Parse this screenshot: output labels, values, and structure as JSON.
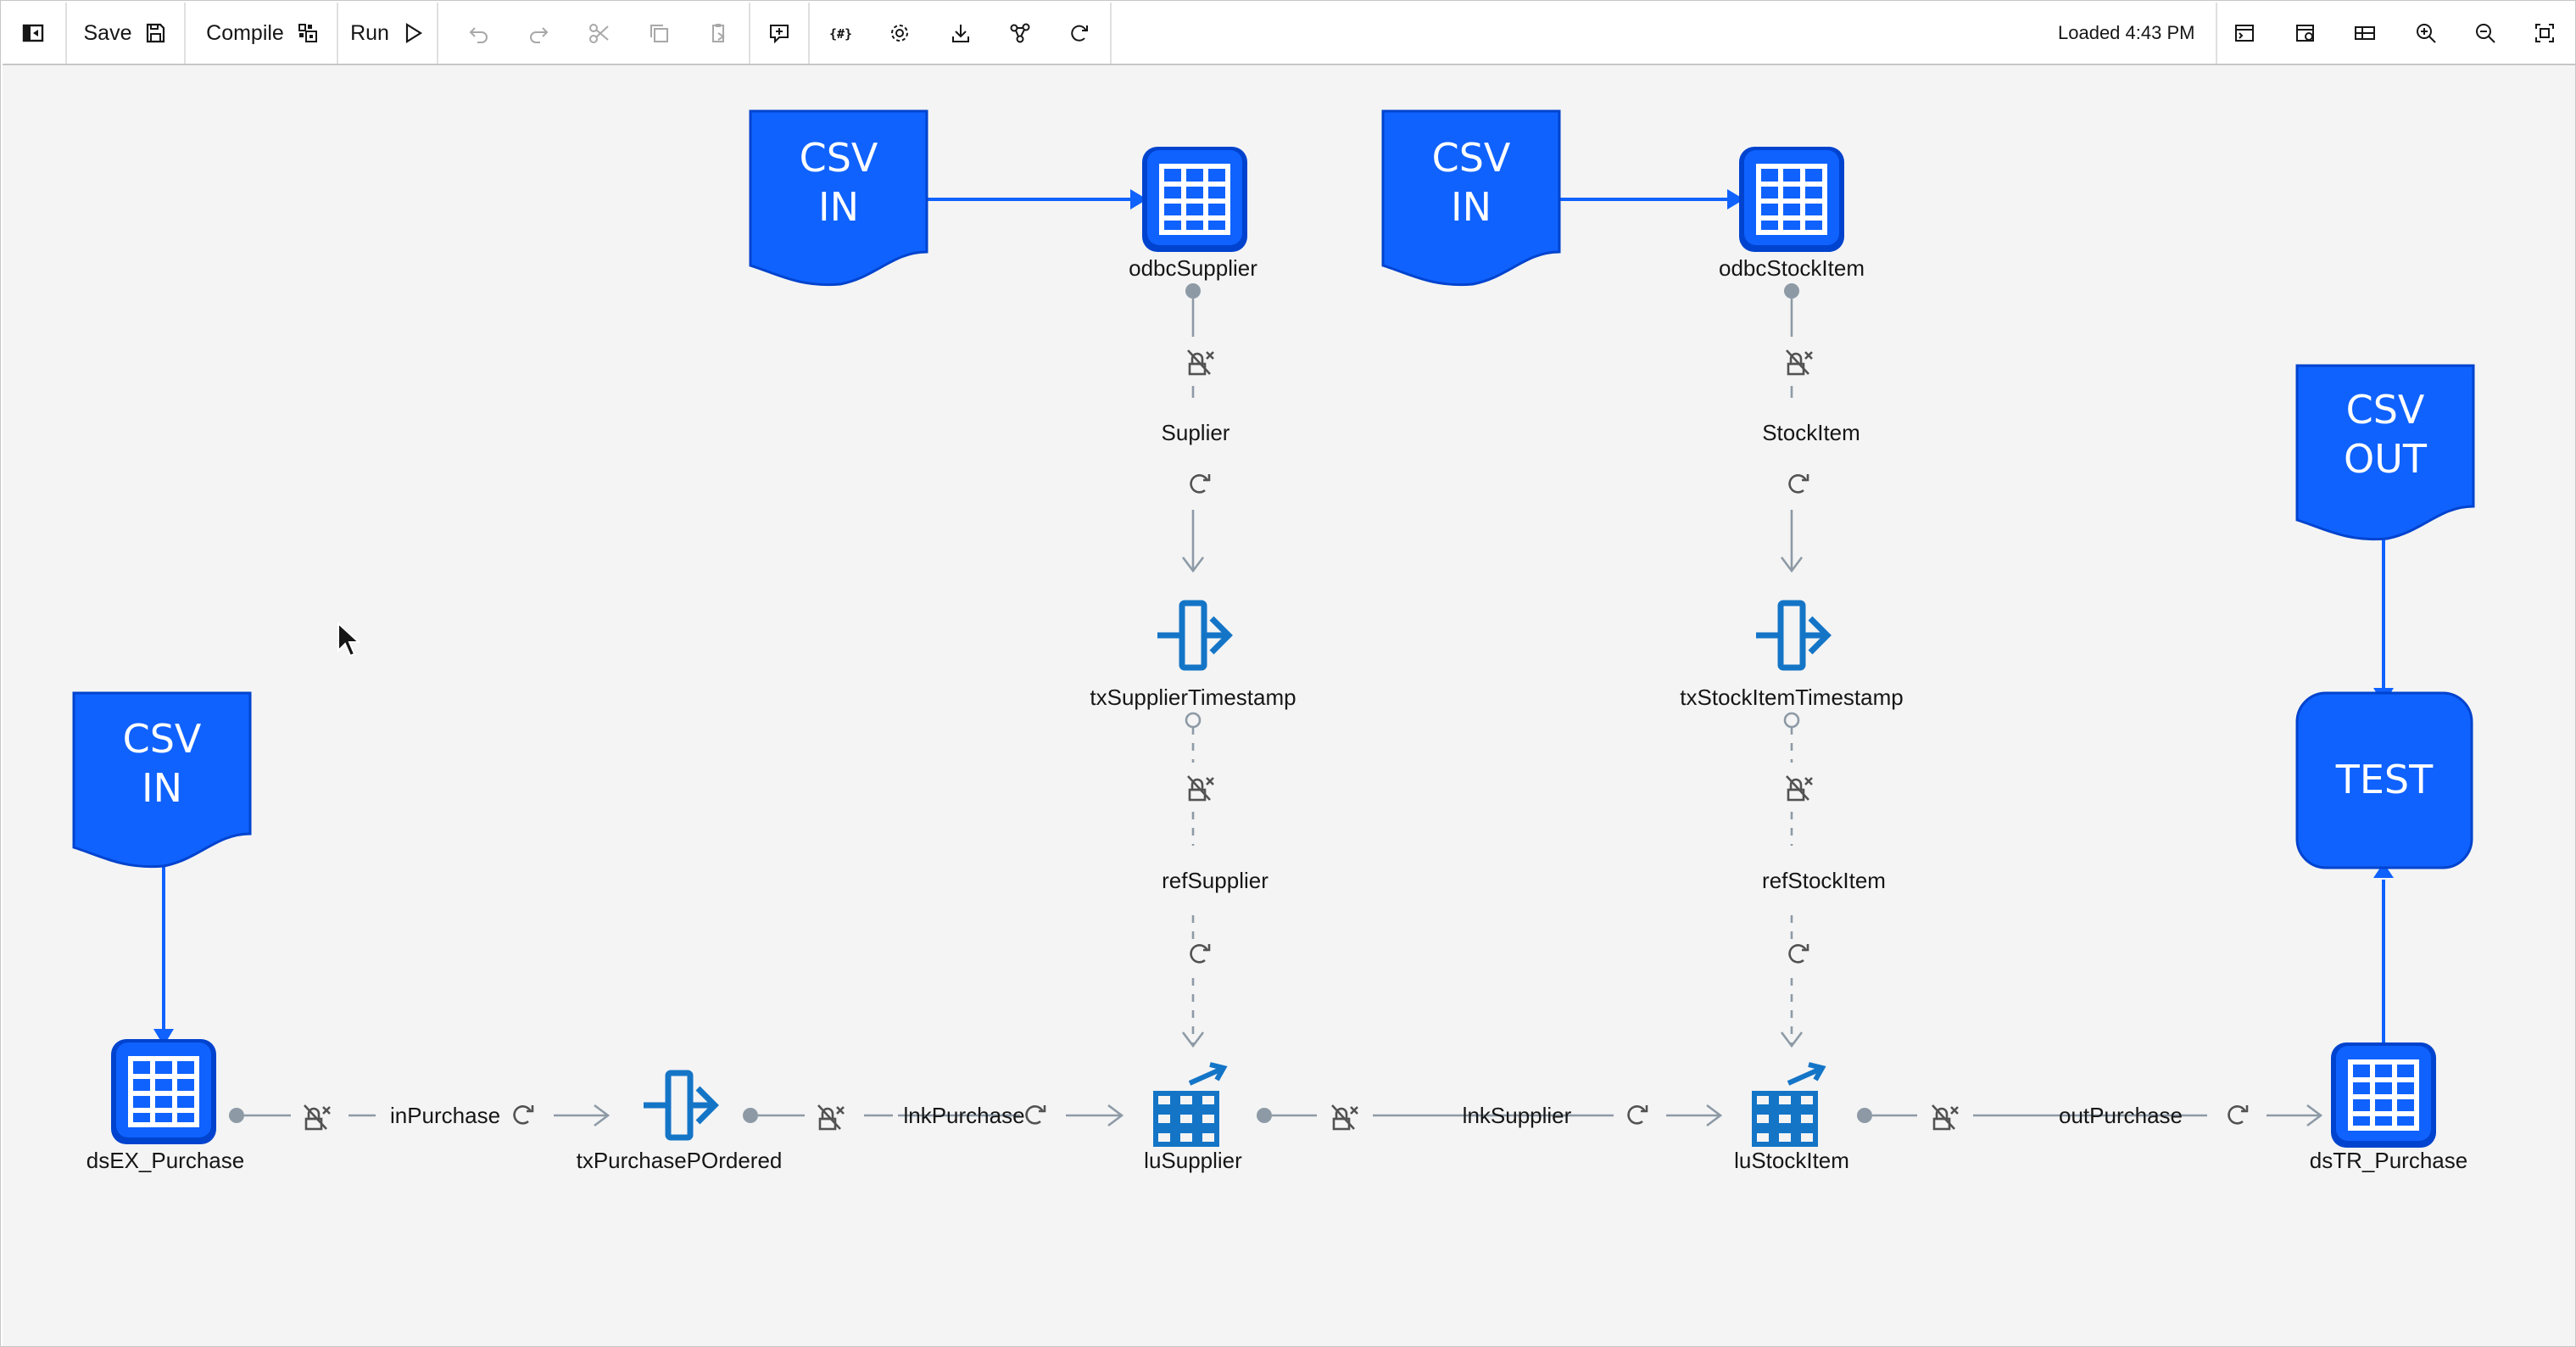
{
  "toolbar": {
    "save_label": "Save",
    "compile_label": "Compile",
    "run_label": "Run",
    "status": "Loaded 4:43 PM",
    "icons": [
      "toggle-palette-icon",
      "save-icon",
      "compile-icon",
      "run-icon",
      "undo-icon",
      "redo-icon",
      "cut-icon",
      "copy-icon",
      "paste-icon",
      "add-comment-icon",
      "parameters-icon",
      "settings-icon",
      "download-icon",
      "schedule-icon",
      "refresh-icon",
      "log-icon",
      "properties-icon",
      "minimap-icon",
      "zoom-in-icon",
      "zoom-out-icon",
      "fit-view-icon"
    ]
  },
  "canvas": {
    "files": {
      "csv_in_1": [
        "CSV",
        "IN"
      ],
      "csv_in_2": [
        "CSV",
        "IN"
      ],
      "csv_in_3": [
        "CSV",
        "IN"
      ],
      "csv_out": [
        "CSV",
        "OUT"
      ],
      "test": "TEST"
    },
    "stages": {
      "odbc_supplier": "odbcSupplier",
      "odbc_stockitem": "odbcStockItem",
      "tx_supplier_timestamp": "txSupplierTimestamp",
      "tx_stockitem_timestamp": "txStockItemTimestamp",
      "dsex_purchase": "dsEX_Purchase",
      "tx_purchase_pordered": "txPurchasePOrdered",
      "lu_supplier": "luSupplier",
      "lu_stockitem": "luStockItem",
      "dstr_purchase": "dsTR_Purchase"
    },
    "links": {
      "suplier": "Suplier",
      "stockitem": "StockItem",
      "ref_supplier": "refSupplier",
      "ref_stockitem": "refStockItem",
      "in_purchase": "inPurchase",
      "lnk_purchase": "lnkPurchase",
      "lnk_supplier": "lnkSupplier",
      "out_purchase": "outPurchase"
    }
  },
  "colors": {
    "accent": "#0f62fe",
    "node_dark": "#0043ce",
    "link_gray": "#8d9aa6",
    "transform_blue": "#1475c7",
    "canvas_bg": "#f4f4f4"
  }
}
